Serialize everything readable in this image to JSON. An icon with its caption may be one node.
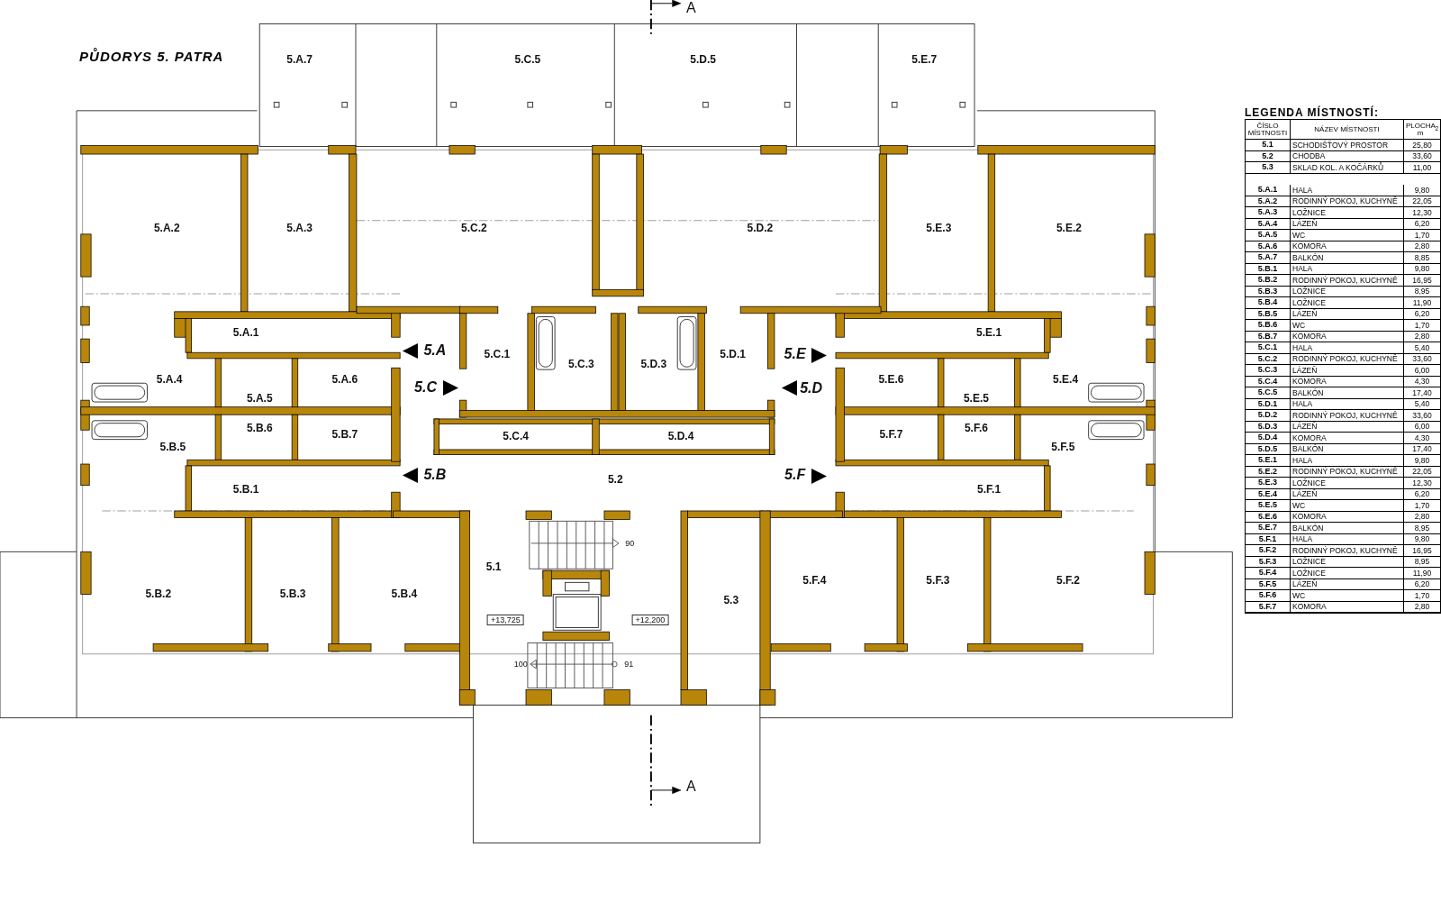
{
  "diagram": {
    "title": "PŮDORYS 5. PATRA",
    "nodes": [
      {
        "text": [
          "5.A.7"
        ]
      },
      {
        "text": [
          "5.C.5"
        ]
      },
      {
        "text": [
          "5.D.5"
        ]
      },
      {
        "text": [
          "5.E.7"
        ]
      },
      {
        "text": [
          "5.A.2"
        ]
      },
      {
        "text": [
          "5.A.3"
        ]
      },
      {
        "text": [
          "5.C.2"
        ]
      },
      {
        "text": [
          "5.D.2"
        ]
      },
      {
        "text": [
          "5.E.3"
        ]
      },
      {
        "text": [
          "5.E.2"
        ]
      },
      {
        "text": [
          "5.A.1"
        ]
      },
      {
        "text": [
          "5.C.1"
        ]
      },
      {
        "text": [
          "5.C.3"
        ]
      },
      {
        "text": [
          "5.D.3"
        ]
      },
      {
        "text": [
          "5.D.1"
        ]
      },
      {
        "text": [
          "5.E.1"
        ]
      },
      {
        "text": [
          "5.A.4"
        ]
      },
      {
        "text": [
          "5.A.6"
        ]
      },
      {
        "text": [
          "5.E.6"
        ]
      },
      {
        "text": [
          "5.E.4"
        ]
      },
      {
        "text": [
          "5.A.5"
        ]
      },
      {
        "text": [
          "5.E.5"
        ]
      },
      {
        "text": [
          "5.B.6"
        ]
      },
      {
        "text": [
          "5.F.6"
        ]
      },
      {
        "text": [
          "5.B.7"
        ]
      },
      {
        "text": [
          "5.F.7"
        ]
      },
      {
        "text": [
          "5.C.4"
        ]
      },
      {
        "text": [
          "5.D.4"
        ]
      },
      {
        "text": [
          "5.B.5"
        ]
      },
      {
        "text": [
          "5.F.5"
        ]
      },
      {
        "text": [
          "5.B.1"
        ]
      },
      {
        "text": [
          "5.2"
        ]
      },
      {
        "text": [
          "5.F.1"
        ]
      },
      {
        "text": [
          "5.1"
        ]
      },
      {
        "text": [
          "5.B.2"
        ]
      },
      {
        "text": [
          "5.B.3"
        ]
      },
      {
        "text": [
          "5.B.4"
        ]
      },
      {
        "text": [
          "5.F.4"
        ]
      },
      {
        "text": [
          "5.F.3"
        ]
      },
      {
        "text": [
          "5.F.2"
        ]
      },
      {
        "text": [
          "5.3"
        ]
      }
    ],
    "labels": [
      "A",
      "5.A",
      "5.C",
      "5.E",
      "5.D",
      "5.B",
      "5.F",
      "90",
      "+13,725",
      "+12,200",
      "100",
      "91",
      "A",
      "LEGENDA MÍSTNOSTÍ:",
      "ČÍSLO MÍSTNOSTI",
      "NÁZEV MÍSTNOSTI",
      "PLOCHA m$^{2}$",
      "5.1",
      "SCHODIŠŤOVÝ PROSTOR",
      "25,80",
      "5.2",
      "CHODBA",
      "33,60",
      "5.3",
      "SKLAD KOL. A KOČÁRKŮ",
      "11,00",
      "5.A.1",
      "HALA",
      "9,80",
      "5.A.2",
      "RODINNÝ POKOJ, KUCHYNĚ",
      "22,05",
      "5.A.3",
      "LOŽNICE",
      "12,30",
      "5.A.4",
      "LÁZEŇ",
      "6,20",
      "5.A.5",
      "WC",
      "1,70",
      "5.A.6",
      "KOMORA",
      "2,80",
      "5.A.7",
      "BALKÓN",
      "8,85",
      "5.B.1",
      "HALA",
      "9,80",
      "5.B.2",
      "RODINNÝ POKOJ, KUCHYNĚ",
      "16,95",
      "5.B.3",
      "LOŽNICE",
      "8,95",
      "5.B.4",
      "LOŽNICE",
      "11,90",
      "5.B.5",
      "LÁZEŇ",
      "6,20",
      "5.B.6",
      "WC",
      "1,70",
      "5.B.7",
      "KOMORA",
      "2,80",
      "5.C.1",
      "HALA",
      "5,40",
      "5.C.2",
      "RODINNÝ POKOJ, KUCHYNĚ",
      "33,60",
      "5.C.3",
      "LÁZEŇ",
      "6,00",
      "5.C.4",
      "KOMORA",
      "4,30",
      "5.C.5",
      "BALKÓN",
      "17,40",
      "5.D.1",
      "HALA",
      "5,40",
      "5.D.2",
      "RODINNÝ POKOJ, KUCHYNĚ",
      "33,60",
      "5.D.3",
      "LÁZEŇ",
      "6,00",
      "5.D.4",
      "KOMORA",
      "4,30",
      "5.D.5",
      "BALKÓN",
      "17,40",
      "5.E.1",
      "HALA",
      "9,80",
      "5.E.2",
      "RODINNÝ POKOJ, KUCHYNĚ",
      "22,05",
      "5.E.3",
      "LOŽNICE",
      "12,30",
      "5.E.4",
      "LÁZEŇ",
      "6,20",
      "5.E.5",
      "WC",
      "1,70",
      "5.E.6",
      "KOMORA",
      "2,80",
      "5.E.7",
      "BALKÓN",
      "8,95",
      "5.F.1",
      "HALA",
      "9,80",
      "5.F.2",
      "RODINNÝ POKOJ, KUCHYNĚ",
      "16,95",
      "5.F.3",
      "LOŽNICE",
      "8,95",
      "5.F.4",
      "LOŽNICE",
      "11,90",
      "5.F.5",
      "LÁZEŇ",
      "6,20",
      "5.F.6",
      "WC",
      "1,70",
      "5.F.7",
      "KOMORA",
      "2,80"
    ]
  }
}
